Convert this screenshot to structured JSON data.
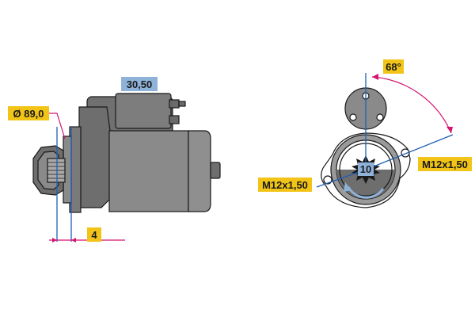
{
  "labels": {
    "dim_top": "30,50",
    "diameter": "Ø 89,0",
    "offset": "4",
    "angle": "68°",
    "thread_right": "M12x1,50",
    "thread_left": "M12x1,50",
    "teeth": "10"
  },
  "colors": {
    "tag_yellow": "#f2c417",
    "tag_blue": "#8fb2d9",
    "dimension_line": "#d4136e",
    "axis_line": "#1f5fb3",
    "body_gray": "#8a8a8a",
    "dark_gray": "#6e6e6e"
  }
}
